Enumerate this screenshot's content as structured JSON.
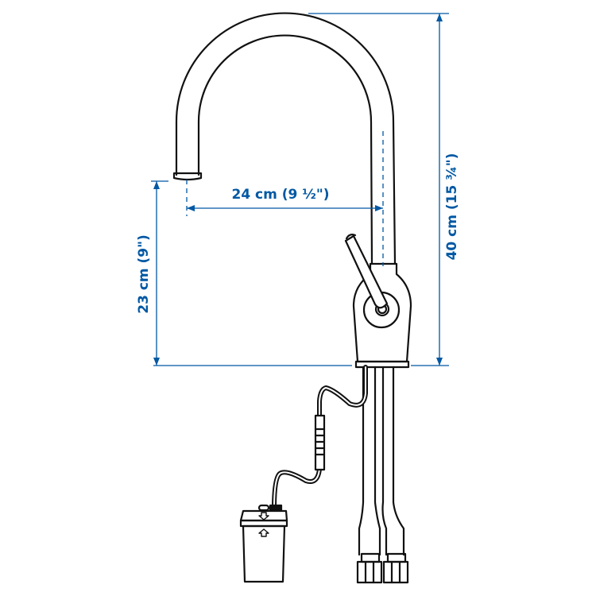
{
  "dimensions": {
    "total_height": "40 cm (15 ¾\")",
    "spout_height": "23 cm (9\")",
    "spout_reach": "24 cm (9 ½\")"
  },
  "colors": {
    "dimension": "#0058a3",
    "outline": "#111111"
  }
}
